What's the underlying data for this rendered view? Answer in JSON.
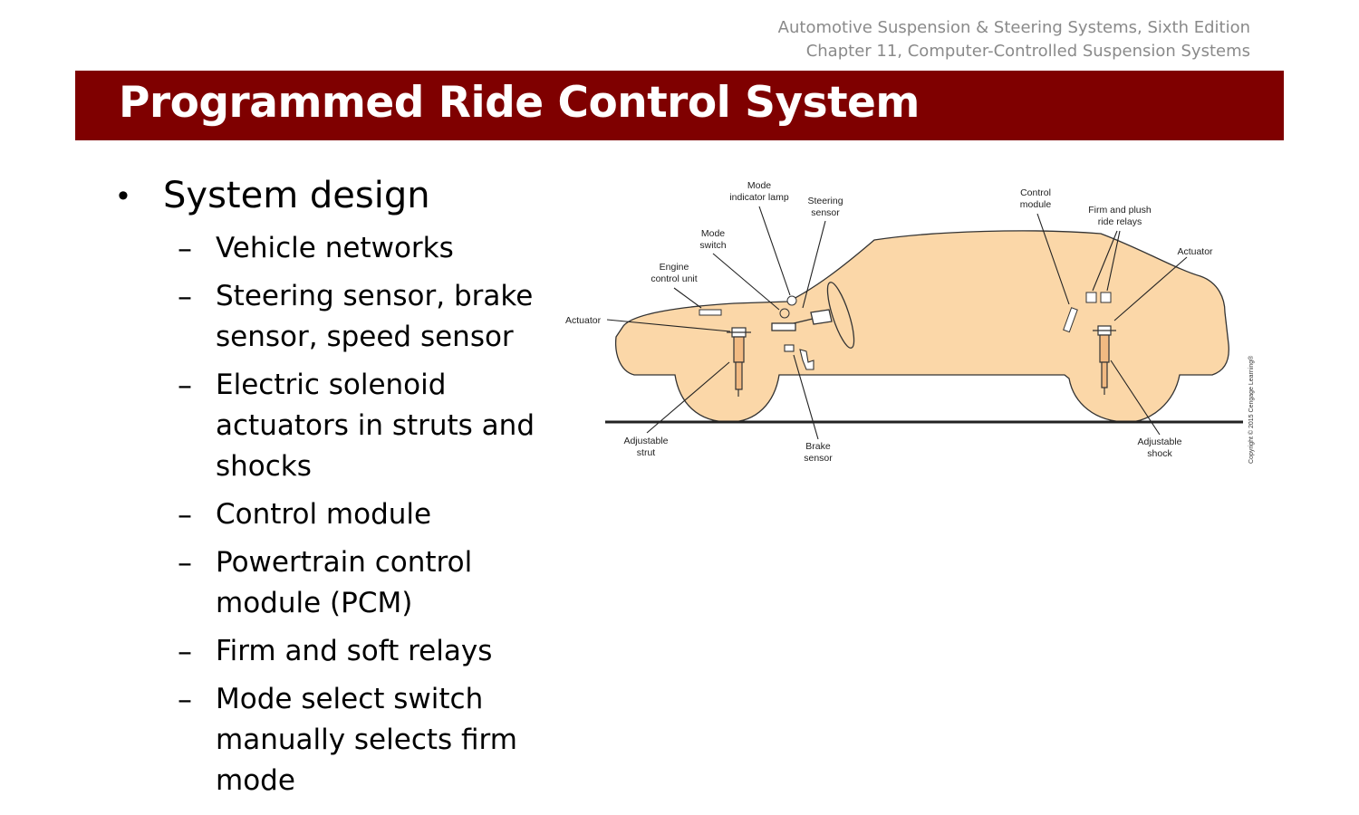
{
  "header": {
    "book_title": "Automotive Suspension & Steering Systems, Sixth Edition",
    "chapter_title": "Chapter 11, Computer-Controlled Suspension Systems"
  },
  "slide": {
    "title": "Programmed Ride Control System",
    "main_bullet": "System design",
    "sub_bullets": [
      "Vehicle networks",
      "Steering sensor, brake sensor, speed sensor",
      "Electric solenoid actuators in struts and shocks",
      "Control module",
      "Powertrain control module (PCM)",
      "Firm and soft relays",
      "Mode select switch manually selects firm mode"
    ]
  },
  "diagram": {
    "labels": {
      "mode_indicator_lamp": [
        "Mode",
        "indicator lamp"
      ],
      "steering_sensor": [
        "Steering",
        "sensor"
      ],
      "mode_switch": [
        "Mode",
        "switch"
      ],
      "engine_control_unit": [
        "Engine",
        "control unit"
      ],
      "actuator_front": [
        "Actuator"
      ],
      "control_module": [
        "Control",
        "module"
      ],
      "relays": [
        "Firm and plush",
        "ride relays"
      ],
      "actuator_rear": [
        "Actuator"
      ],
      "adjustable_strut": [
        "Adjustable",
        "strut"
      ],
      "brake_sensor": [
        "Brake",
        "sensor"
      ],
      "adjustable_shock": [
        "Adjustable",
        "shock"
      ]
    },
    "copyright": "Copyright © 2015 Cengage Learning®",
    "colors": {
      "car_fill": "#fbd7a8",
      "title_bar": "#7f0000"
    }
  }
}
